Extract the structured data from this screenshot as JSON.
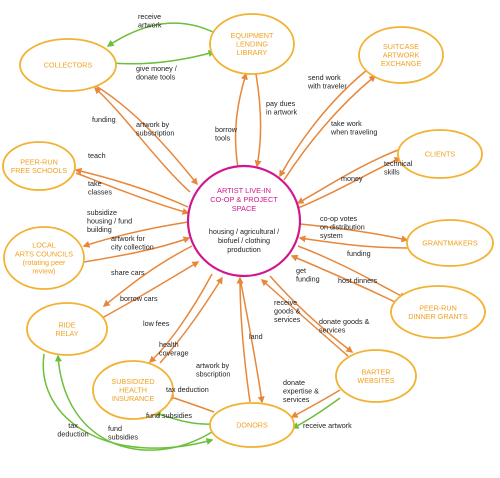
{
  "center": {
    "title": [
      "ARTIST LIVE-IN",
      "CO-OP & PROJECT",
      "SPACE"
    ],
    "subtitle": [
      "housing / agricultural /",
      "biofuel / clothing",
      "production"
    ]
  },
  "nodes": [
    {
      "id": "collectors",
      "lines": [
        "COLLECTORS"
      ]
    },
    {
      "id": "equipment",
      "lines": [
        "EQUIPMENT",
        "LENDING",
        "LIBRARY"
      ]
    },
    {
      "id": "suitcase",
      "lines": [
        "SUITCASE",
        "ARTWORK",
        "EXCHANGE"
      ]
    },
    {
      "id": "peerrun",
      "lines": [
        "PEER-RUN",
        "FREE SCHOOLS"
      ]
    },
    {
      "id": "clients",
      "lines": [
        "CLIENTS"
      ]
    },
    {
      "id": "local",
      "lines": [
        "LOCAL",
        "ARTS COUNCILS",
        "(rotating peer",
        "review)"
      ]
    },
    {
      "id": "grantmakers",
      "lines": [
        "GRANTMAKERS"
      ]
    },
    {
      "id": "ride",
      "lines": [
        "RIDE",
        "RELAY"
      ]
    },
    {
      "id": "peerdinner",
      "lines": [
        "PEER-RUN",
        "DINNER GRANTS"
      ]
    },
    {
      "id": "subsidized",
      "lines": [
        "SUBSIDIZED",
        "HEALTH",
        "INSURANCE"
      ]
    },
    {
      "id": "barter",
      "lines": [
        "BARTER",
        "WEBSITES"
      ]
    },
    {
      "id": "donors",
      "lines": [
        "DONORS"
      ]
    }
  ],
  "labels": {
    "receive_artwork_top": [
      "receive",
      "artwork"
    ],
    "give_money": [
      "give money /",
      "donate tools"
    ],
    "funding_collectors": [
      "funding"
    ],
    "artwork_subscription": [
      "artwork by",
      "subscription"
    ],
    "pay_dues": [
      "pay dues",
      "in artwork"
    ],
    "borrow_tools": [
      "borrow",
      "tools"
    ],
    "send_work": [
      "send work",
      "with traveler"
    ],
    "take_work": [
      "take work",
      "when traveling"
    ],
    "teach": [
      "teach"
    ],
    "take_classes": [
      "take",
      "classes"
    ],
    "money": [
      "money"
    ],
    "technical_skills": [
      "technical",
      "skills"
    ],
    "subsidize_housing": [
      "subsidize",
      "housing / fund",
      "building"
    ],
    "artwork_city": [
      "artwork for",
      "city collection"
    ],
    "coop_votes": [
      "co-op votes",
      "on distribution",
      "system"
    ],
    "funding_grant": [
      "funding"
    ],
    "share_cars": [
      "share cars"
    ],
    "borrow_cars": [
      "borrow cars"
    ],
    "get_funding": [
      "get",
      "funding"
    ],
    "host_dinners": [
      "host dinners"
    ],
    "low_fees": [
      "low fees"
    ],
    "receive_goods": [
      "receive",
      "goods &",
      "services"
    ],
    "donate_goods": [
      "donate goods &",
      "services"
    ],
    "health_coverage": [
      "health",
      "coverage"
    ],
    "land": [
      "land"
    ],
    "artwork_sbscription": [
      "artwork by",
      "sbscription"
    ],
    "tax_deduction_sub": [
      "tax deduction"
    ],
    "donate_expertise": [
      "donate",
      "expertise &",
      "services"
    ],
    "fund_subsidies_sub": [
      "fund subsidies"
    ],
    "tax_deduction_ride": [
      "tax",
      "deduction"
    ],
    "fund_subsidies_ride": [
      "fund",
      "subsidies"
    ],
    "receive_artwork_bottom": [
      "receive artwork"
    ]
  },
  "colors": {
    "node_stroke": "#f2b233",
    "node_text": "#f0a020",
    "center_stroke": "#d0178f",
    "center_title": "#d0178f",
    "arrow_orange": "#e8863a",
    "arrow_green": "#6cbf3a"
  }
}
